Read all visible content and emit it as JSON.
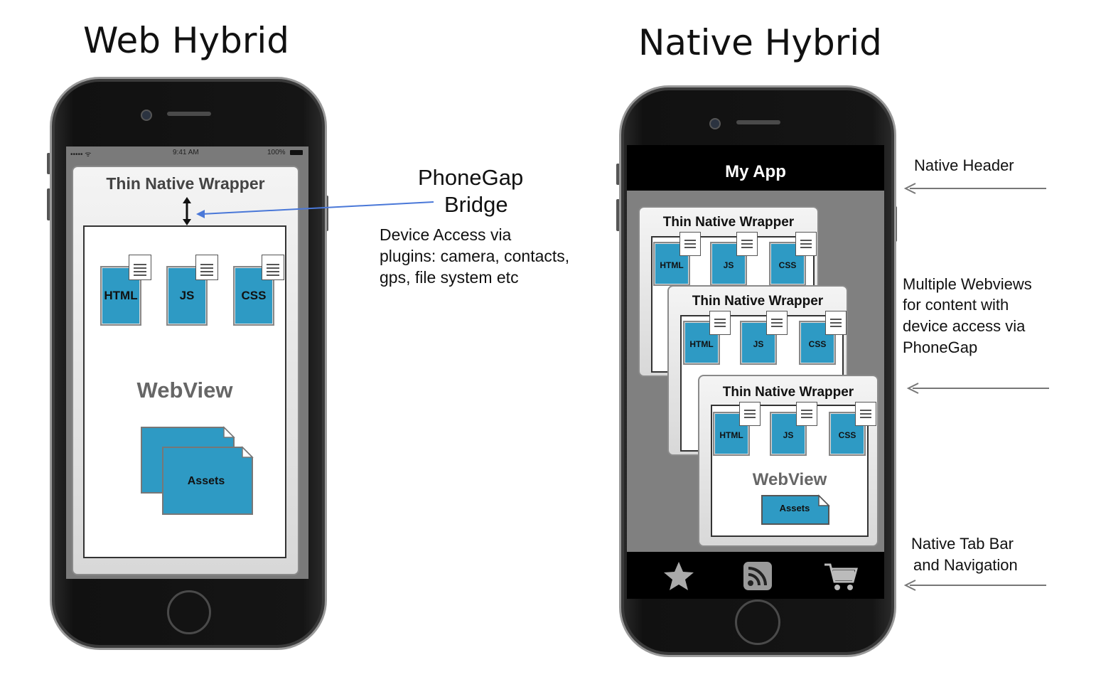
{
  "titles": {
    "left": "Web Hybrid",
    "right": "Native Hybrid"
  },
  "web_hybrid": {
    "status_bar": {
      "carrier": "••••• ᯤ",
      "time": "9:41 AM",
      "battery": "100%"
    },
    "wrapper_title": "Thin Native Wrapper",
    "files": [
      "HTML",
      "JS",
      "CSS"
    ],
    "webview_label": "WebView",
    "assets_label": "Assets"
  },
  "bridge": {
    "title_line1": "PhoneGap",
    "title_line2": "Bridge",
    "desc_line1": "Device Access via",
    "desc_line2": "plugins: camera, contacts,",
    "desc_line3": "gps, file system etc"
  },
  "native_hybrid": {
    "header_title": "My App",
    "wrapper_title": "Thin Native Wrapper",
    "files": [
      "HTML",
      "JS",
      "CSS"
    ],
    "webview_label": "WebView",
    "assets_label": "Assets",
    "tab_icons": [
      "star-icon",
      "rss-icon",
      "cart-icon"
    ]
  },
  "annotations": {
    "header": "Native Header",
    "webviews_line1": "Multiple Webviews",
    "webviews_line2": "for content with",
    "webviews_line3": "device access via",
    "webviews_line4": "PhoneGap",
    "tabbar_line1": "Native Tab Bar",
    "tabbar_line2": "and Navigation"
  }
}
